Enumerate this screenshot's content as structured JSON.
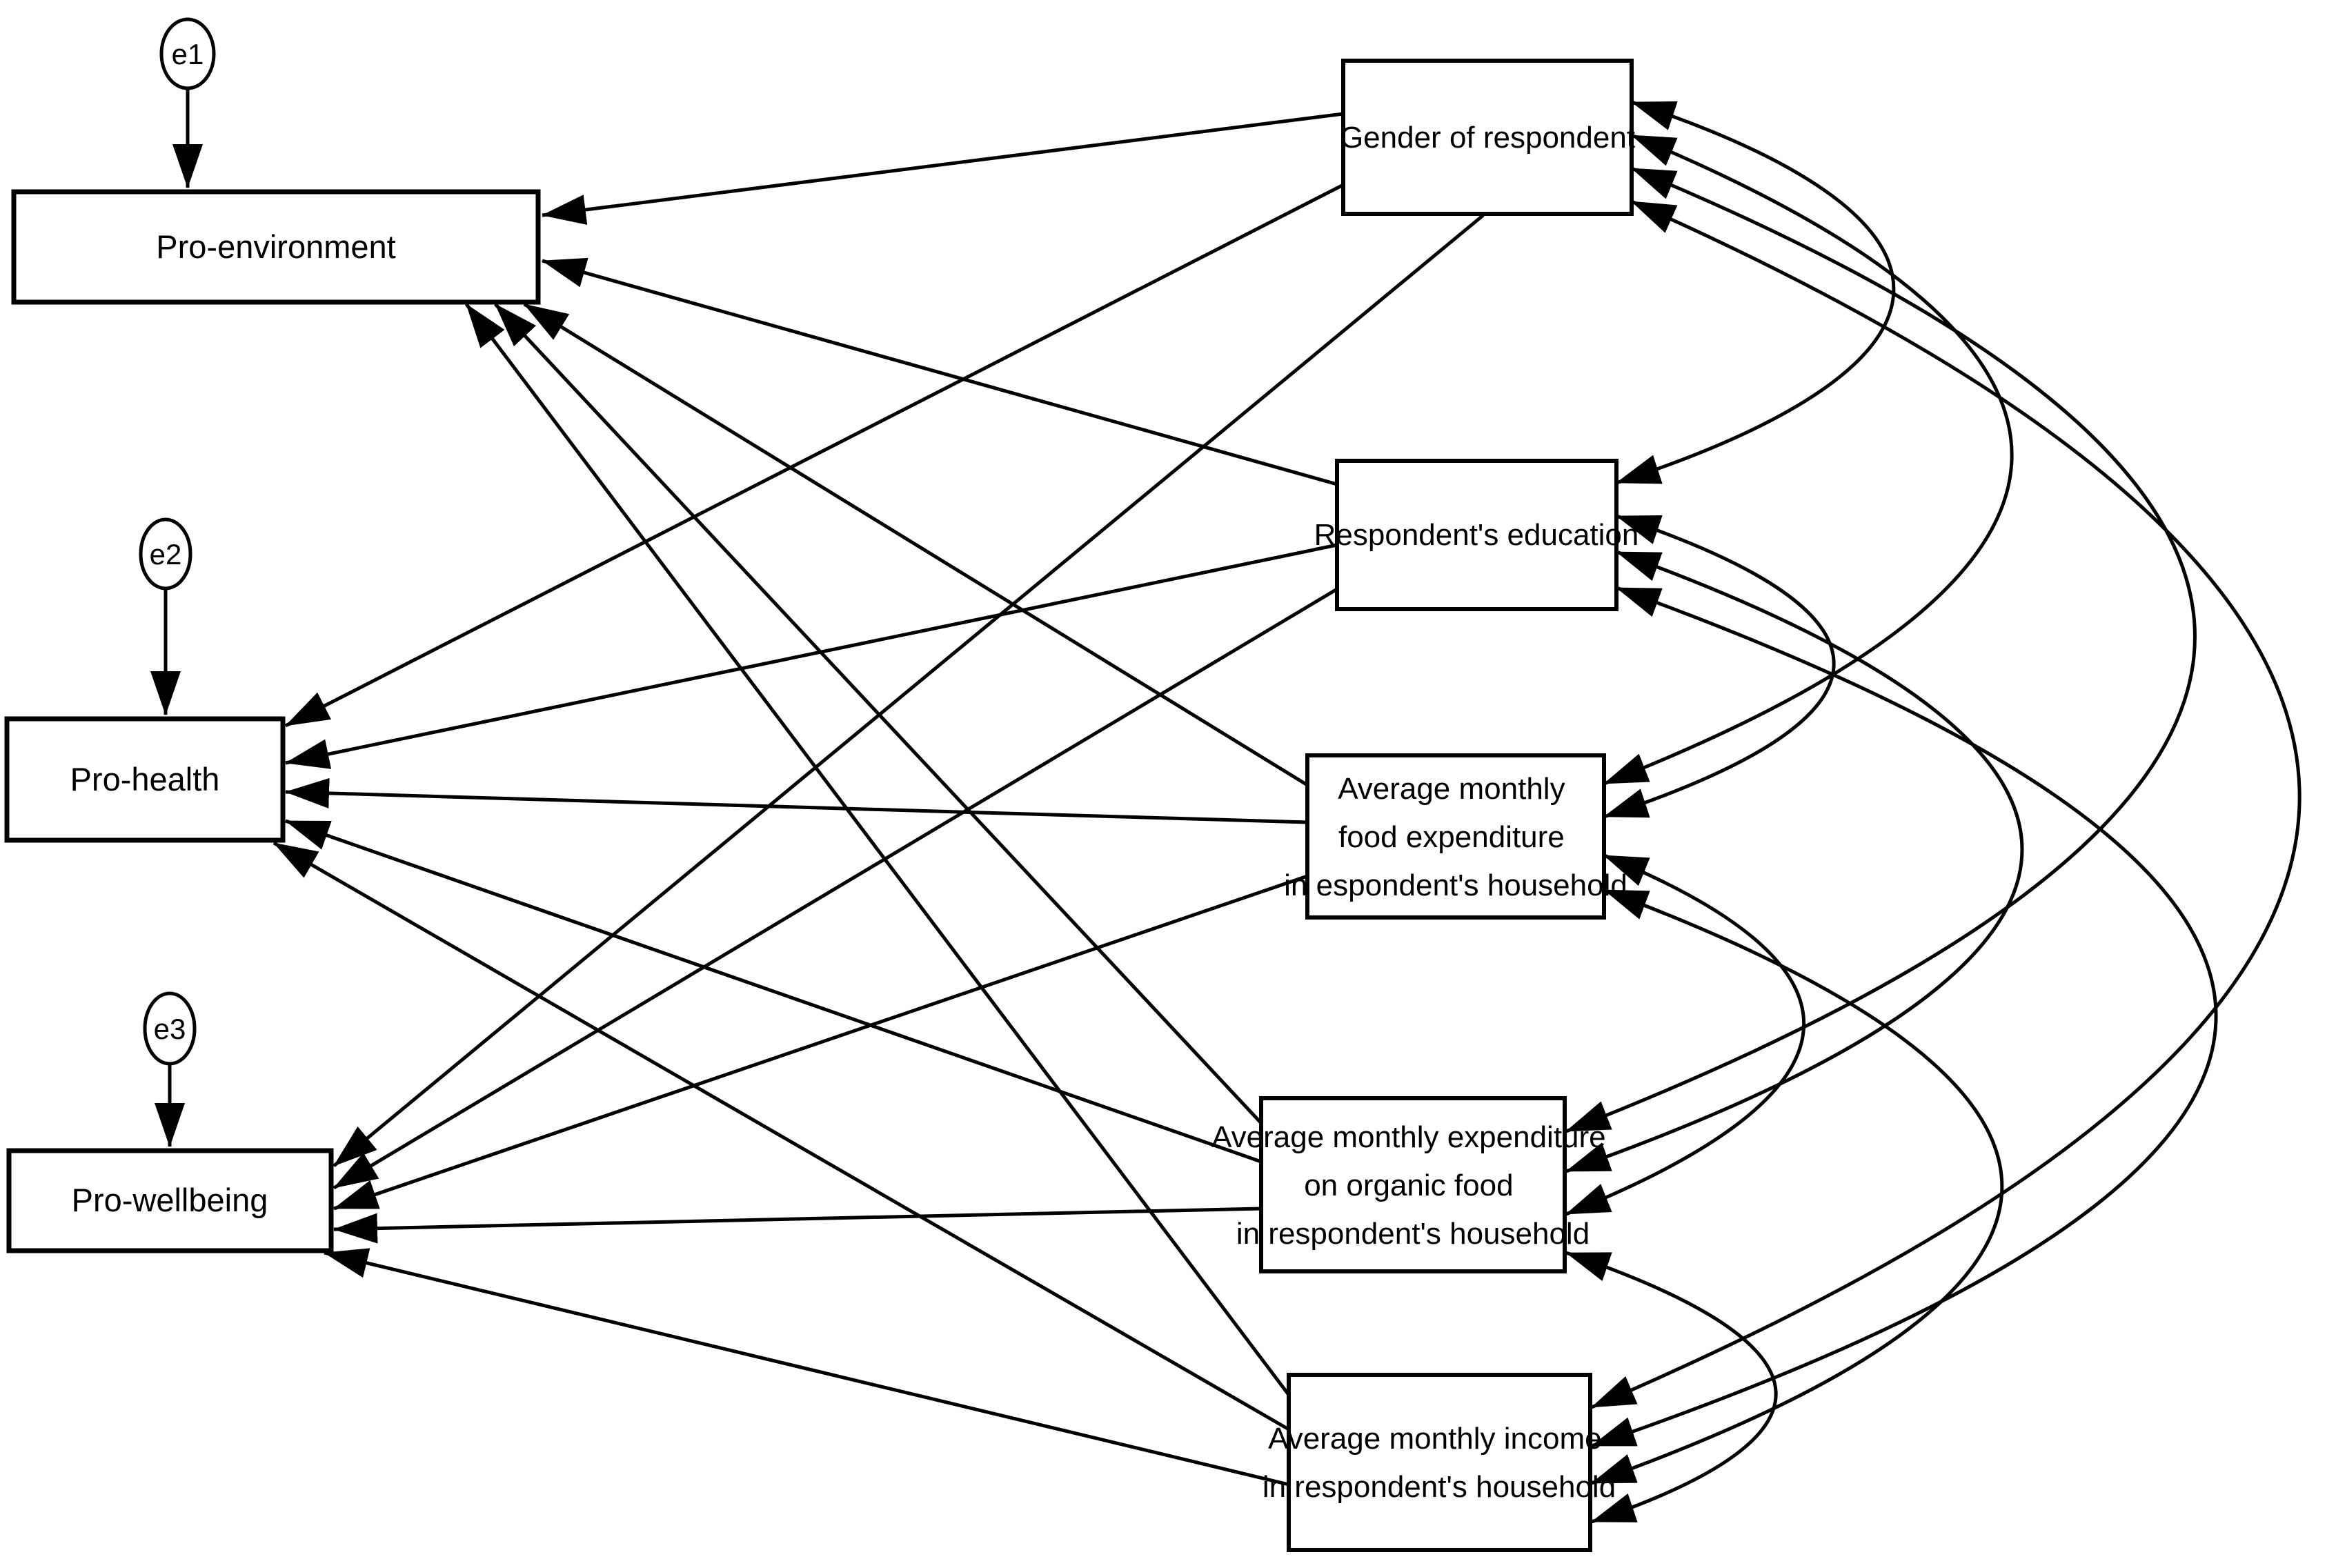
{
  "diagram": {
    "type": "sem-path-diagram",
    "colors": {
      "background": "#ffffff",
      "stroke": "#000000",
      "text": "#000000"
    },
    "outcome_boxes": [
      {
        "id": "pro-environment",
        "label": "Pro-environment",
        "error_label": "e1"
      },
      {
        "id": "pro-health",
        "label": "Pro-health",
        "error_label": "e2"
      },
      {
        "id": "pro-wellbeing",
        "label": "Pro-wellbeing",
        "error_label": "e3"
      }
    ],
    "predictor_boxes": [
      {
        "id": "gender",
        "lines": [
          "Gender of respondent"
        ]
      },
      {
        "id": "education",
        "lines": [
          "Respondent's education"
        ]
      },
      {
        "id": "food-expenditure",
        "lines": [
          "Average monthly",
          "food expenditure",
          "in espondent's household"
        ]
      },
      {
        "id": "organic-expenditure",
        "lines": [
          "Average monthly expenditure",
          "on organic food",
          "in respondent's household"
        ]
      },
      {
        "id": "income",
        "lines": [
          "Average monthly income",
          "in respondent's household"
        ]
      }
    ],
    "straight_paths": [
      "gender→pro-environment",
      "gender→pro-health",
      "gender→pro-wellbeing",
      "education→pro-environment",
      "education→pro-health",
      "education→pro-wellbeing",
      "food-expenditure→pro-environment",
      "food-expenditure→pro-health",
      "food-expenditure→pro-wellbeing",
      "organic-expenditure→pro-environment",
      "organic-expenditure→pro-health",
      "organic-expenditure→pro-wellbeing",
      "income→pro-environment",
      "income→pro-health",
      "income→pro-wellbeing"
    ],
    "covariances": [
      "gender↔education",
      "gender↔food-expenditure",
      "gender↔organic-expenditure",
      "gender↔income",
      "education↔food-expenditure",
      "education↔organic-expenditure",
      "education↔income",
      "food-expenditure↔organic-expenditure",
      "food-expenditure↔income",
      "organic-expenditure↔income"
    ]
  }
}
